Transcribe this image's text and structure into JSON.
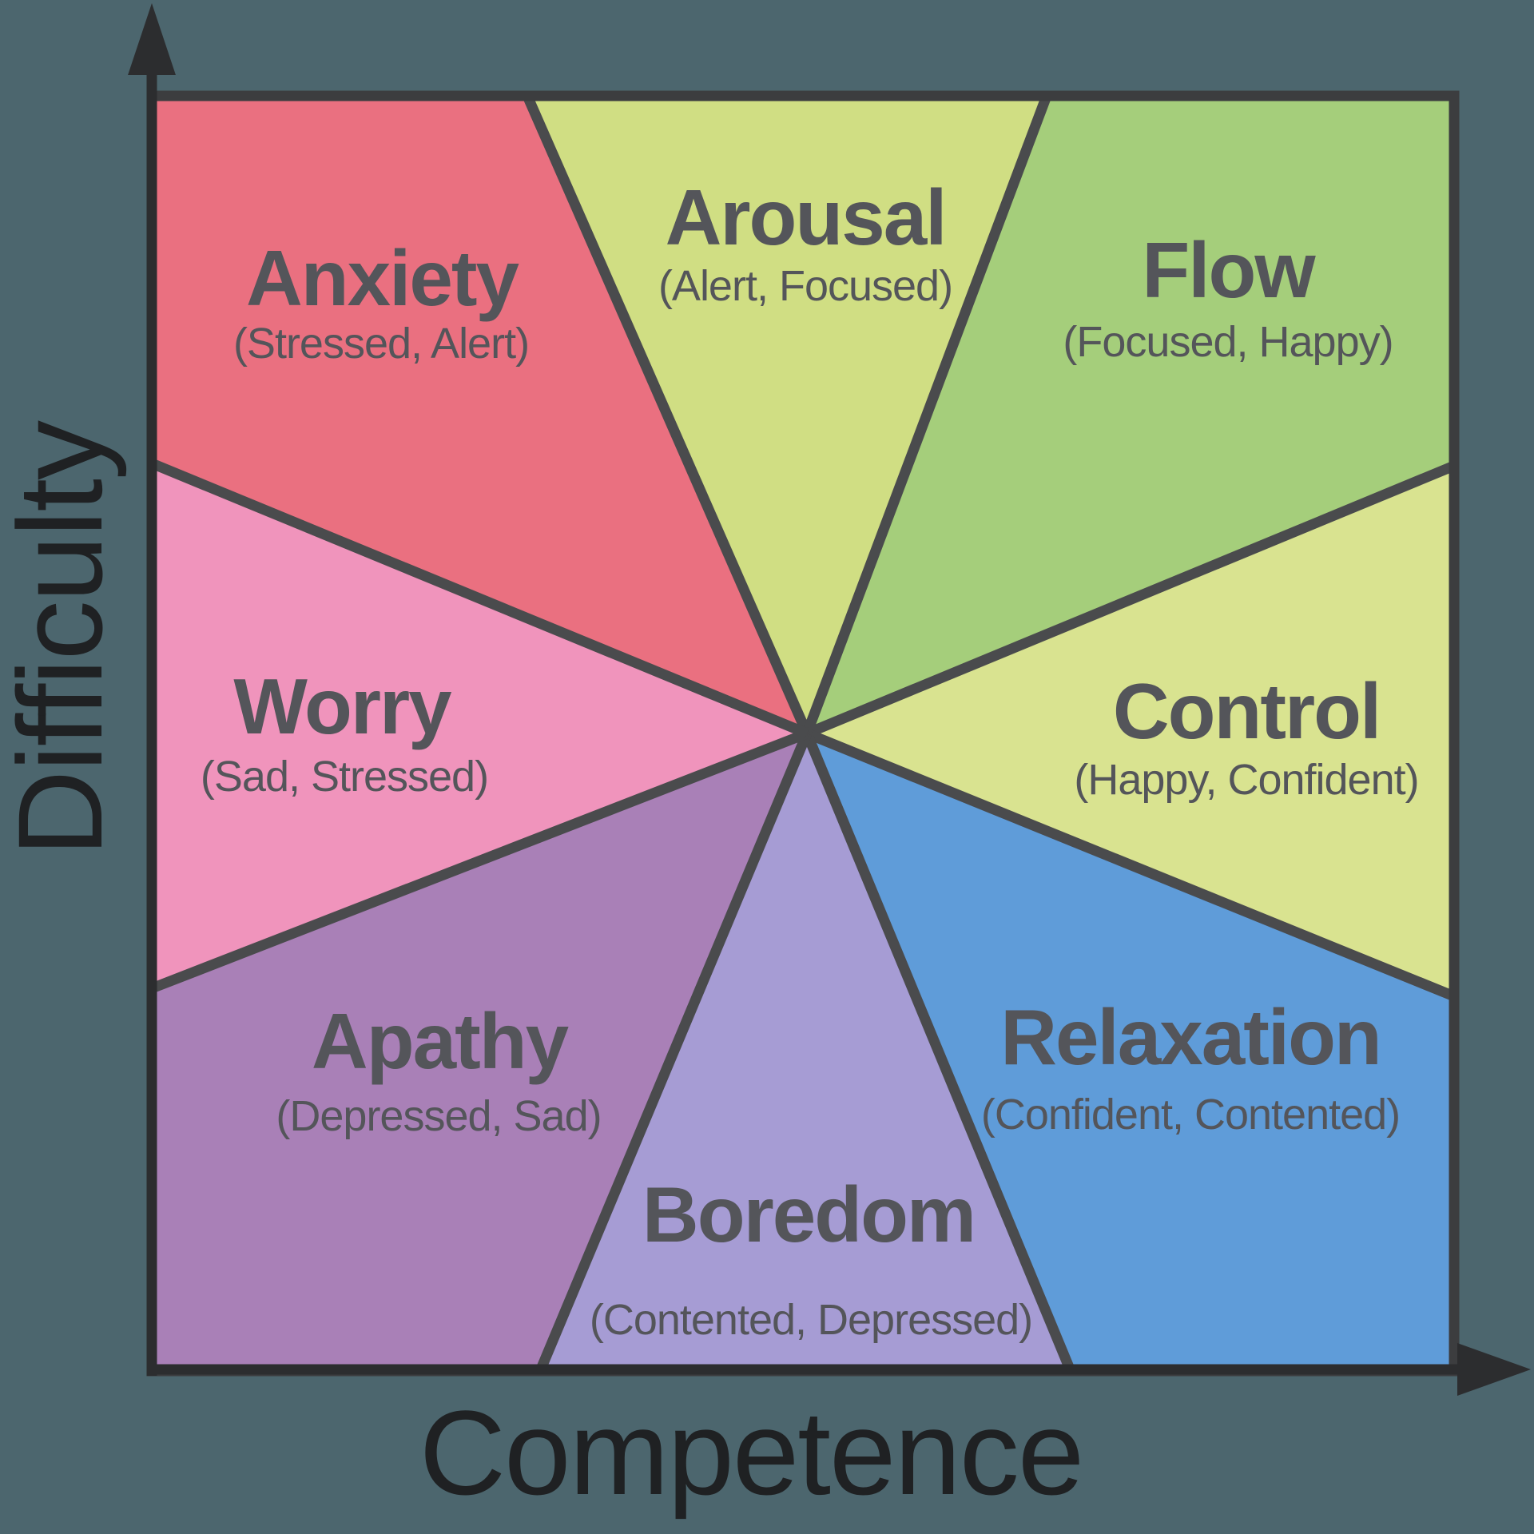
{
  "canvas": {
    "background_color": "#4c666e"
  },
  "axes": {
    "x_label": "Competence",
    "y_label": "Difficulty",
    "line_color": "#2c2d2f",
    "label_color": "#1f2123"
  },
  "matrix": {
    "border_color": "#3c3d3f",
    "divider_color": "#4a4b4d",
    "text_color": "#54555a"
  },
  "sectors": [
    {
      "name": "anxiety",
      "label": "Anxiety",
      "sublabel": "(Stressed, Alert)",
      "color": "#ea7080"
    },
    {
      "name": "arousal",
      "label": "Arousal",
      "sublabel": "(Alert, Focused)",
      "color": "#d0de83"
    },
    {
      "name": "flow",
      "label": "Flow",
      "sublabel": "(Focused, Happy)",
      "color": "#a5ce7b"
    },
    {
      "name": "control",
      "label": "Control",
      "sublabel": "(Happy, Confident)",
      "color": "#d9e390"
    },
    {
      "name": "relaxation",
      "label": "Relaxation",
      "sublabel": "(Confident, Contented)",
      "color": "#5f9cd9"
    },
    {
      "name": "boredom",
      "label": "Boredom",
      "sublabel": "(Contented, Depressed)",
      "color": "#a69cd4"
    },
    {
      "name": "apathy",
      "label": "Apathy",
      "sublabel": "(Depressed, Sad)",
      "color": "#a980b7"
    },
    {
      "name": "worry",
      "label": "Worry",
      "sublabel": "(Sad, Stressed)",
      "color": "#f094bc"
    }
  ]
}
